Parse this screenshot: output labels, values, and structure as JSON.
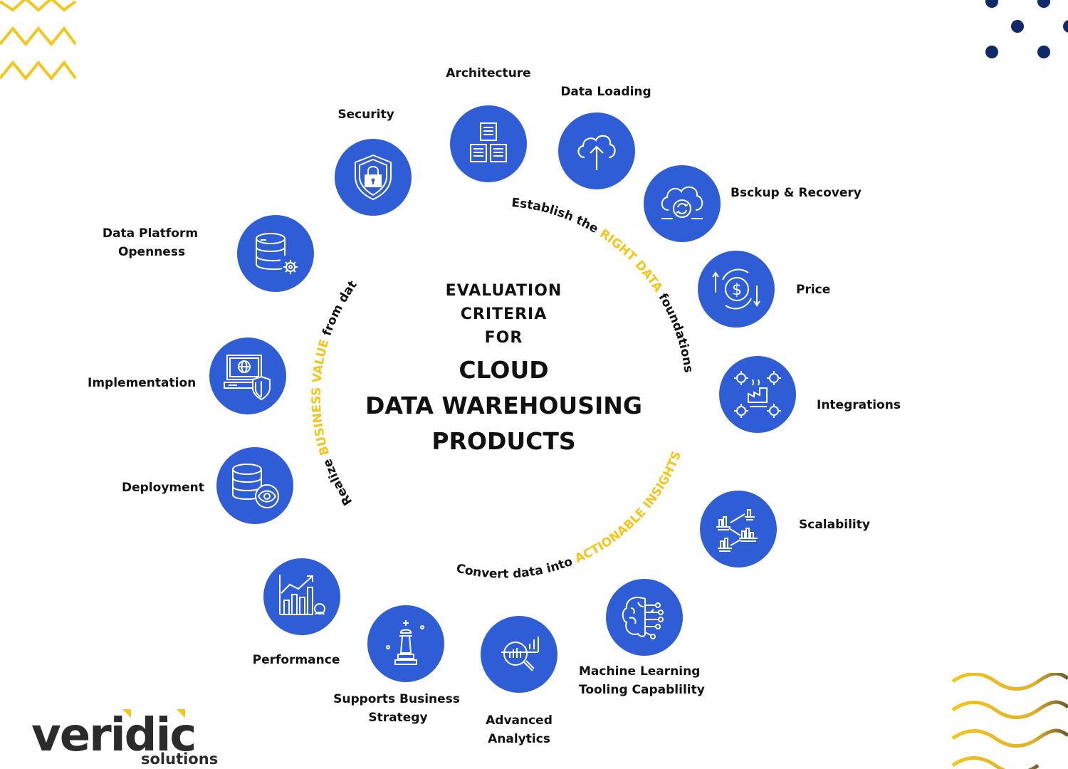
{
  "title": {
    "line1": "EVALUATION",
    "line2": "CRITERIA",
    "line3": "FOR",
    "line4": "CLOUD",
    "line5": "DATA WAREHOUSING",
    "line6": "PRODUCTS"
  },
  "arcs": {
    "top_right": {
      "pre": "Establish the ",
      "highlight": "RIGHT DATA",
      "post": " foundations"
    },
    "bottom": {
      "pre": "Convert data into ",
      "highlight": "ACTIONABLE INSIGHTS"
    },
    "left": {
      "pre": "Realize ",
      "highlight": "BUSINESS VALUE",
      "post": " from data"
    }
  },
  "criteria": [
    {
      "id": "architecture",
      "label": "Architecture",
      "icon": "server-stack-icon"
    },
    {
      "id": "data-loading",
      "label": "Data Loading",
      "icon": "cloud-upload-icon"
    },
    {
      "id": "backup",
      "label": "Bsckup & Recovery",
      "icon": "cloud-sync-icon"
    },
    {
      "id": "price",
      "label": "Price",
      "icon": "dollar-cycle-icon"
    },
    {
      "id": "integrations",
      "label": "Integrations",
      "icon": "gears-factory-icon"
    },
    {
      "id": "scalability",
      "label": "Scalability",
      "icon": "connected-charts-icon"
    },
    {
      "id": "ml",
      "label1": "Machine  Learning",
      "label2": "Tooling Capablility",
      "icon": "brain-circuit-icon"
    },
    {
      "id": "analytics",
      "label1": "Advanced",
      "label2": "Analytics",
      "icon": "magnify-chart-icon"
    },
    {
      "id": "strategy",
      "label1": "Supports Business",
      "label2": "Strategy",
      "icon": "chess-king-icon"
    },
    {
      "id": "performance",
      "label": "Performance",
      "icon": "growth-chart-icon"
    },
    {
      "id": "deployment",
      "label": "Deployment",
      "icon": "database-eye-icon"
    },
    {
      "id": "implementation",
      "label": "Implementation",
      "icon": "laptop-shield-icon"
    },
    {
      "id": "openness",
      "label1": "Data Platform",
      "label2": "Openness",
      "icon": "database-gear-icon"
    },
    {
      "id": "security",
      "label": "Security",
      "icon": "shield-lock-icon"
    }
  ],
  "logo": {
    "main": "veridic",
    "sub": "solutions"
  },
  "colors": {
    "node": "#2F5DD6",
    "accent": "#F5C518",
    "text": "#111111",
    "dots": "#0F2A6B"
  }
}
